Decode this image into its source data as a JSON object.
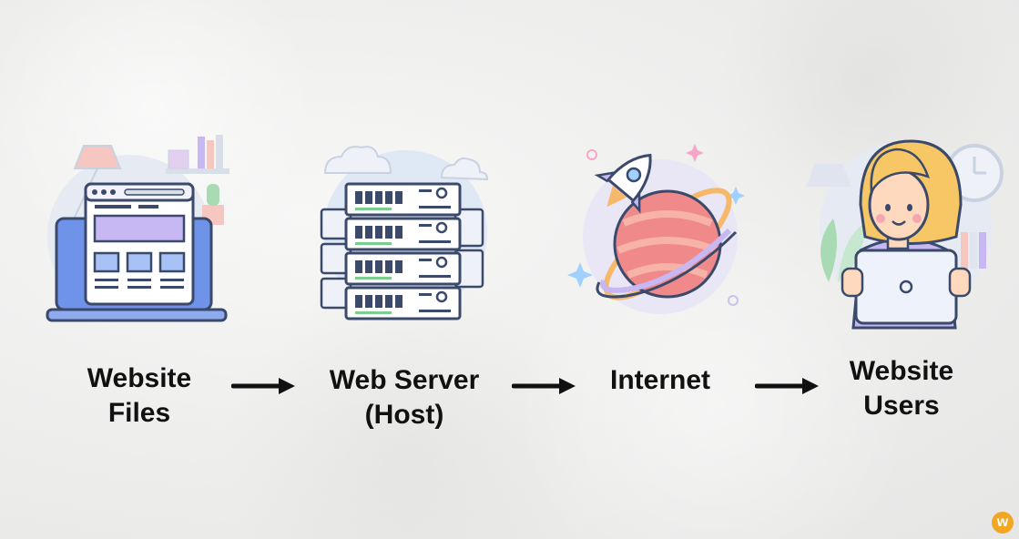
{
  "steps": [
    {
      "id": "website-files",
      "line1": "Website",
      "line2": "Files"
    },
    {
      "id": "web-server",
      "line1": "Web Server",
      "line2": "(Host)"
    },
    {
      "id": "internet",
      "line1": "Internet",
      "line2": ""
    },
    {
      "id": "website-users",
      "line1": "Website",
      "line2": "Users"
    }
  ],
  "icons": [
    "laptop-website-icon",
    "server-rack-icon",
    "rocket-planet-icon",
    "user-tablet-icon"
  ],
  "logo": {
    "letter": "w"
  },
  "colors": {
    "outline": "#3b4a6b",
    "light-blue": "#e3ebf7",
    "purple": "#c7b7f3",
    "pink": "#f08a8a",
    "skin": "#ffd9bd",
    "hair": "#f7c766",
    "green": "#7bcf8e",
    "arrow": "#111111",
    "logo": "#f3a623"
  }
}
